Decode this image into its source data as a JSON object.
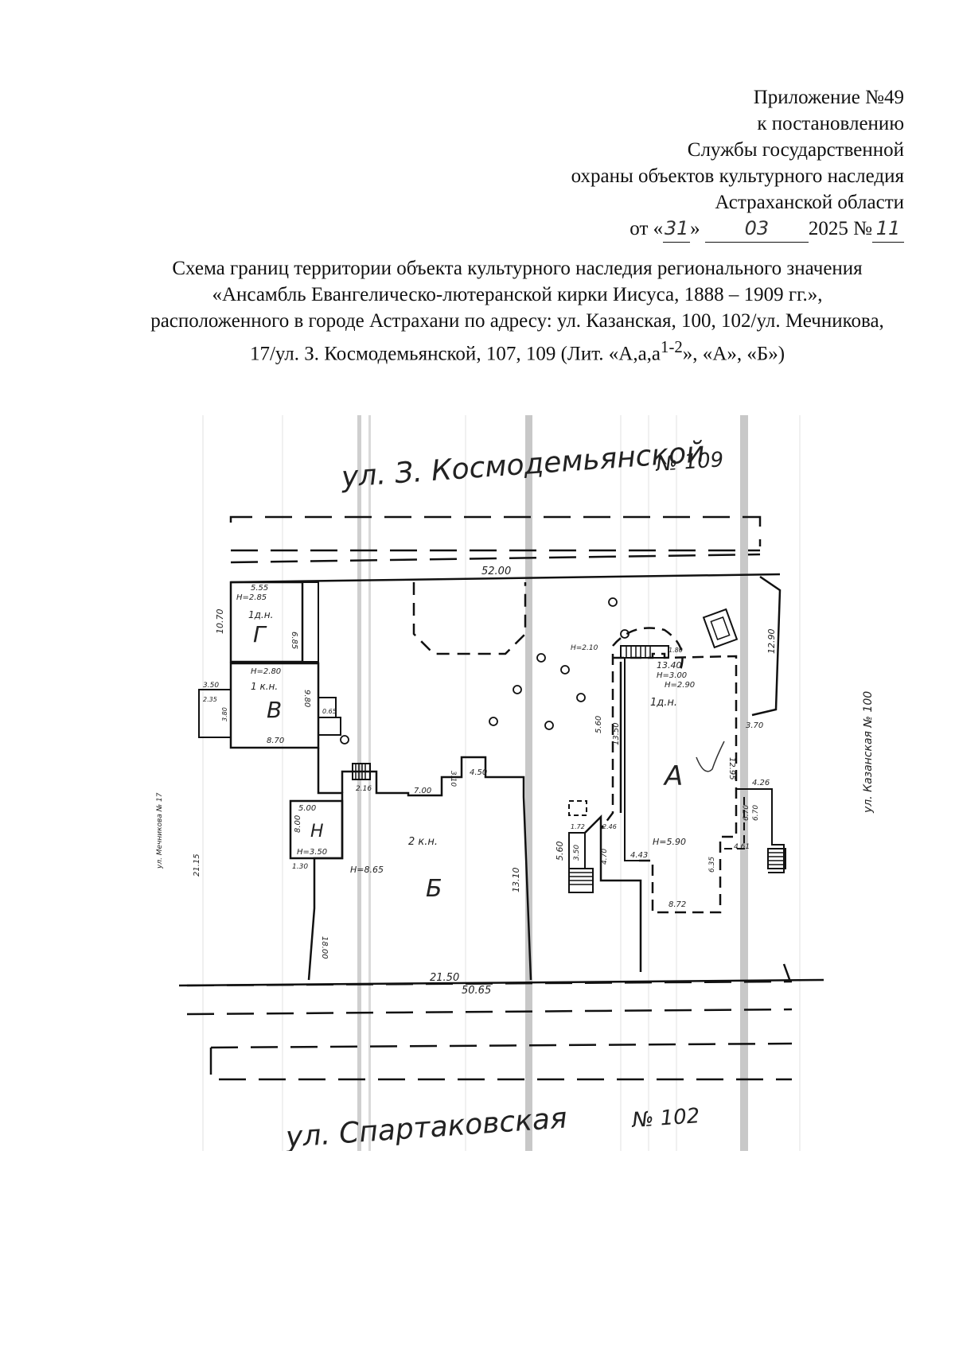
{
  "header": {
    "line1": "Приложение №49",
    "line2": "к постановлению",
    "line3": "Службы государственной",
    "line4": "охраны объектов культурного наследия",
    "line5": "Астраханской области",
    "date_prefix": "от «",
    "day": "31",
    "day_close": "»",
    "month": "03",
    "year_text": "2025 №",
    "number": "11"
  },
  "title": {
    "text_main": "Схема границ территории объекта культурного наследия регионального значения «Ансамбль Евангелическо-лютеранской кирки Иисуса, 1888 – 1909 гг.», расположенного в городе Астрахани по адресу: ул. Казанская, 100, 102/ул. Мечникова, 17/ул. З. Космодемьянской, 107, 109 (Лит. «А,а,а",
    "superscript": "1-2",
    "text_end": "», «А», «Б»)"
  },
  "plan": {
    "street_top": "ул. З. Космодемьянской",
    "street_top_number": "№ 109",
    "street_bottom": "ул. Спартаковская",
    "street_bottom_number": "№ 102",
    "street_right": "ул. Казанская № 100",
    "street_left": "ул. Мечникова № 17",
    "buildings": {
      "a": "А",
      "b": "Б",
      "v": "В",
      "g": "Г",
      "n": "Н"
    },
    "floors": {
      "a": "1д.н.",
      "b": "2 к.н.",
      "v": "1 к.н.",
      "g": "1д.н."
    },
    "heights": {
      "a": "H=3.00",
      "a_low": "H=2.90",
      "a2": "H=5.90",
      "b": "H=8.65",
      "v": "H=2.80",
      "g": "H=2.85",
      "n": "H=3.50",
      "lane": "H=2.10"
    },
    "dims": {
      "top": "52.00",
      "bottom": "50.65",
      "bottom_inner": "21.50",
      "b_right": "13.10",
      "b_top": "7.00",
      "b_top2": "4.50",
      "b_step": "3.10",
      "b_side": "2.16",
      "a_top": "13.40",
      "a_left": "13.50",
      "a_right": "12.95",
      "a_bottom": "8.72",
      "a_mid": "4.43",
      "a_side": "6.70",
      "a_low": "6.35",
      "a_ext": "4.26",
      "a_ext2": "4.61",
      "a_ext3": "6.70",
      "right_wall": "12.90",
      "right_small": "3.70",
      "right_tiny": "1.80",
      "v_left": "9.80",
      "v_bottom": "8.70",
      "v_small": "0.65",
      "g_top": "5.55",
      "g_right": "6.85",
      "g_left": "10.70",
      "n_top": "5.00",
      "n_left": "8.00",
      "n_bottom": "1.30",
      "left_lane": "18.00",
      "left_outer": "21.15",
      "lane_w": "5.60",
      "lane_h": "3.50",
      "lane_small": "3.10",
      "lane_c": "1.72",
      "lane_d": "2.46",
      "lane_e": "4.70",
      "lane_f": "5.60",
      "v_ext": "3.50",
      "v_ext2": "2.35",
      "v_ext3": "3.80"
    }
  }
}
